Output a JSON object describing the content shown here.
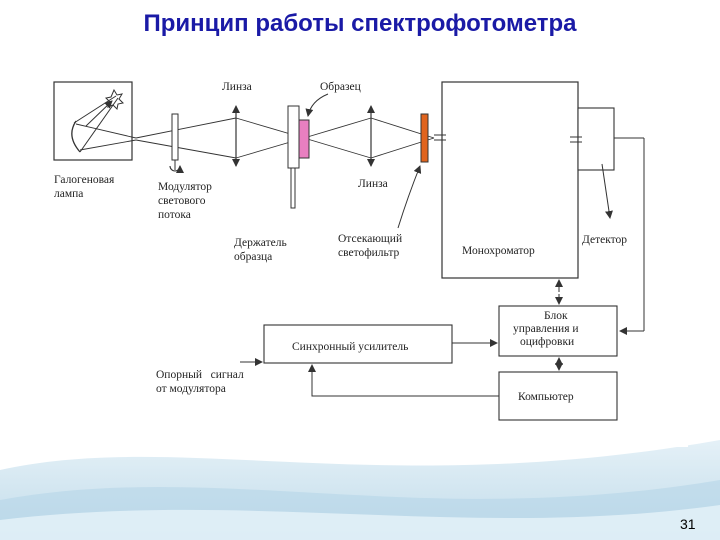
{
  "slide": {
    "title": "Принцип работы спектрофотометра",
    "page_number": "31"
  },
  "colors": {
    "title": "#1a1aa6",
    "background_wave": "#9fc8de",
    "sample": "#e87fc0",
    "filter": "#e0641e",
    "line": "#333333"
  },
  "diagram": {
    "lamp_label": [
      "Галогеновая",
      "лампа"
    ],
    "modulator_label": [
      "Модулятор",
      "светового",
      "потока"
    ],
    "lens_top_label": "Линза",
    "lens_bottom_label": "Линза",
    "sample_label": "Образец",
    "holder_label": [
      "Держатель",
      "образца"
    ],
    "filter_label": [
      "Отсекающий",
      "светофильтр"
    ],
    "monochromator_label": "Монохроматор",
    "detector_label": "Детектор",
    "control_unit_label": [
      "Блок",
      "управления и",
      "оцифровки"
    ],
    "amplifier_label": "Синхронный усилитель",
    "computer_label": "Компьютер",
    "reference_label": [
      "Опорный   сигнал",
      "от модулятора"
    ]
  }
}
